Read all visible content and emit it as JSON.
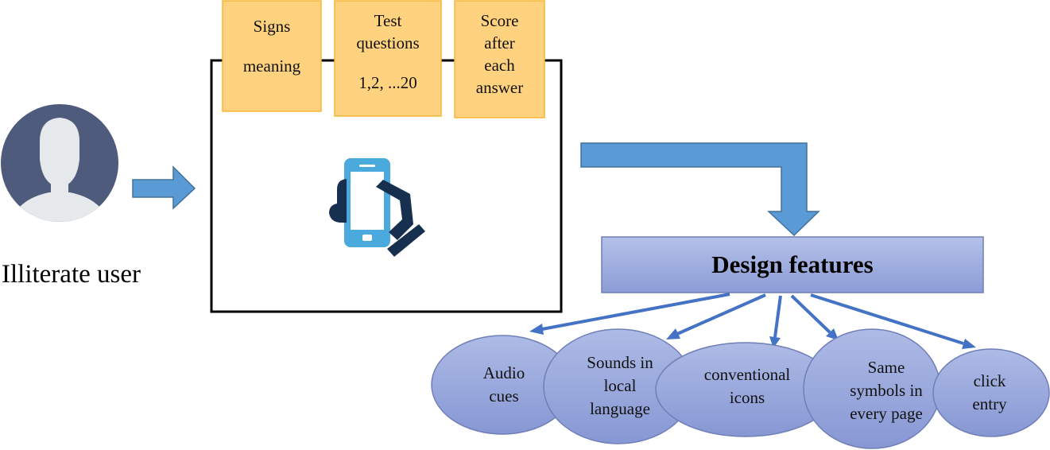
{
  "user": {
    "label": "Illiterate user",
    "icon": "person-avatar-icon"
  },
  "app": {
    "icon": "phone-in-hand-icon",
    "boxes": [
      {
        "lines": [
          "Signs",
          "meaning"
        ]
      },
      {
        "lines": [
          "Test",
          "questions",
          "1,2, ...20"
        ]
      },
      {
        "lines": [
          "Score",
          "after",
          "each",
          "answer"
        ]
      }
    ]
  },
  "design": {
    "title": "Design features",
    "features": [
      {
        "lines": [
          "Audio",
          "cues"
        ]
      },
      {
        "lines": [
          "Sounds in",
          "local",
          "language"
        ]
      },
      {
        "lines": [
          "conventional",
          "icons"
        ]
      },
      {
        "lines": [
          "Same",
          "symbols in",
          "every page"
        ]
      },
      {
        "lines": [
          "click",
          "entry"
        ]
      }
    ]
  },
  "colors": {
    "box_fill": "#ffd27f",
    "box_border": "#f5b53a",
    "arrow_fill": "#5b9bd5",
    "arrow_border": "#41719c",
    "oval_fill": "#98a8dc",
    "connector": "#4472c4",
    "avatar_bg": "#4f5b7c",
    "avatar_fg": "#e6e9ec",
    "phone_blue": "#4aa9dd",
    "hand_navy": "#17304f"
  }
}
